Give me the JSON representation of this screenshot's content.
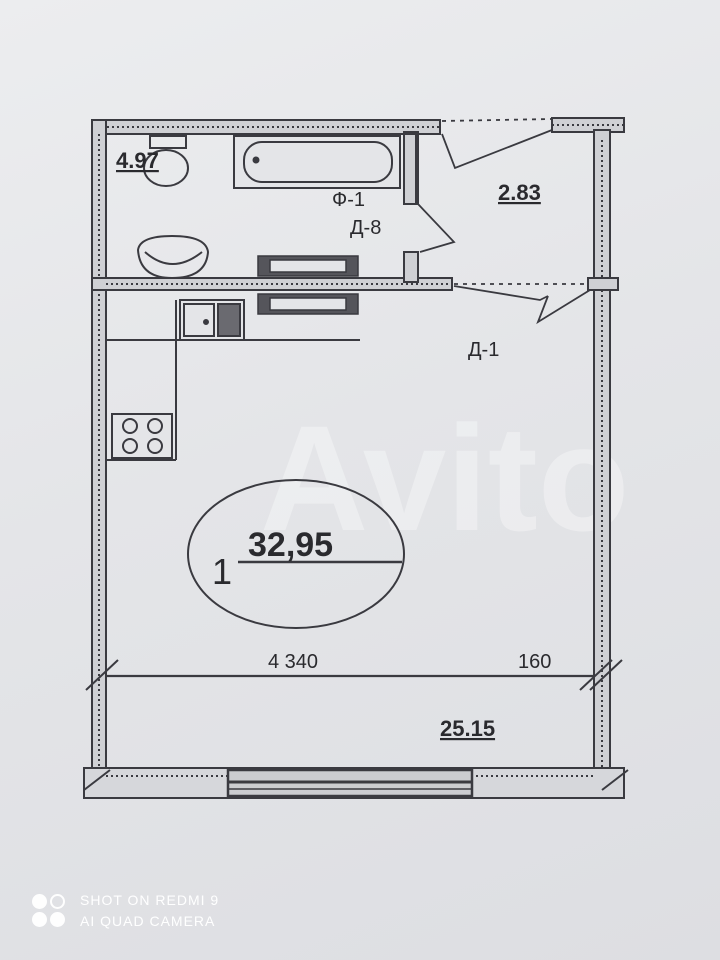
{
  "plan": {
    "bathroom_area": "4.97",
    "hallway_area": "2.83",
    "room_number": "1",
    "room_area": "32,95",
    "balcony_area": "25.15",
    "dim_main": "4 340",
    "dim_side": "160",
    "label_f1": "Ф-1",
    "label_d8": "Д-8",
    "label_d1": "Д-1"
  },
  "watermark": {
    "text": "Avito"
  },
  "camera": {
    "line1": "SHOT ON REDMI 9",
    "line2": "AI QUAD CAMERA"
  }
}
